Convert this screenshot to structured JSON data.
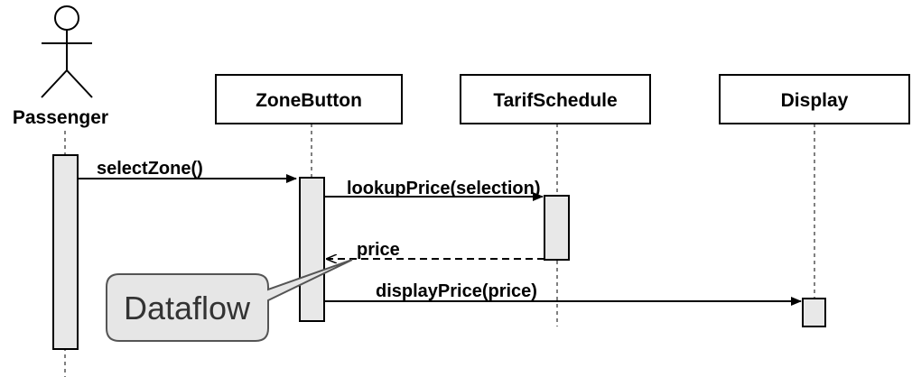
{
  "diagram": {
    "actor": {
      "label": "Passenger"
    },
    "objects": [
      {
        "label": "ZoneButton"
      },
      {
        "label": "TarifSchedule"
      },
      {
        "label": "Display"
      }
    ],
    "messages": [
      {
        "label": "selectZone()",
        "from": "Passenger",
        "to": "ZoneButton",
        "kind": "call"
      },
      {
        "label": "lookupPrice(selection)",
        "from": "ZoneButton",
        "to": "TarifSchedule",
        "kind": "call"
      },
      {
        "label": "price",
        "from": "TarifSchedule",
        "to": "ZoneButton",
        "kind": "return"
      },
      {
        "label": "displayPrice(price)",
        "from": "ZoneButton",
        "to": "Display",
        "kind": "call"
      }
    ],
    "callout": {
      "label": "Dataflow"
    },
    "colors": {
      "activation_fill": "#e8e8e8",
      "callout_fill": "#e6e6e6",
      "line": "#000000"
    }
  }
}
